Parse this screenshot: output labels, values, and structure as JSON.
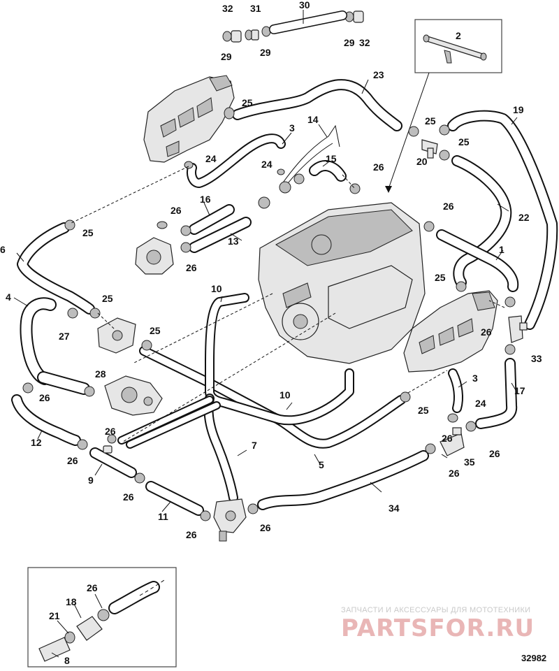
{
  "figure_number": "32982",
  "watermark": {
    "tagline": "ЗАПЧАСТИ И АКСЕССУАРЫ ДЛЯ МОТОТЕХНИКИ",
    "brand": "PARTSFOR.RU"
  },
  "callouts": {
    "c1": "1",
    "c2": "2",
    "c3a": "3",
    "c3b": "3",
    "c4": "4",
    "c5": "5",
    "c6": "6",
    "c7": "7",
    "c8": "8",
    "c9": "9",
    "c10a": "10",
    "c10b": "10",
    "c11": "11",
    "c12": "12",
    "c13": "13",
    "c14": "14",
    "c15": "15",
    "c16": "16",
    "c17": "17",
    "c18": "18",
    "c19": "19",
    "c20": "20",
    "c21": "21",
    "c22": "22",
    "c23": "23",
    "c24a": "24",
    "c24b": "24",
    "c24c": "24",
    "c25a": "25",
    "c25b": "25",
    "c25c": "25",
    "c25d": "25",
    "c25e": "25",
    "c25f": "25",
    "c25g": "25",
    "c25h": "25",
    "c26a": "26",
    "c26b": "26",
    "c26c": "26",
    "c26d": "26",
    "c26e": "26",
    "c26f": "26",
    "c26g": "26",
    "c26h": "26",
    "c26i": "26",
    "c26j": "26",
    "c26k": "26",
    "c26l": "26",
    "c26m": "26",
    "c26n": "26",
    "c26o": "26",
    "c27": "27",
    "c28": "28",
    "c29a": "29",
    "c29b": "29",
    "c29c": "29",
    "c30": "30",
    "c31": "31",
    "c32a": "32",
    "c32b": "32",
    "c33": "33",
    "c34": "34",
    "c35": "35"
  }
}
